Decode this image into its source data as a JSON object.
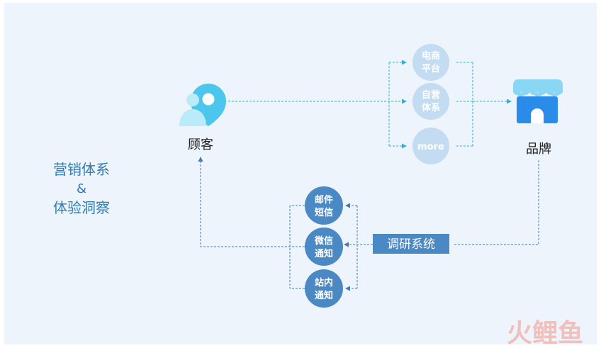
{
  "side_title": {
    "line1": "营销体系",
    "line2": "&",
    "line3": "体验洞察"
  },
  "customer": {
    "label": "顾客"
  },
  "brand": {
    "label": "品牌"
  },
  "research": {
    "label": "调研系统"
  },
  "channels_top": [
    {
      "line1": "电商",
      "line2": "平台"
    },
    {
      "line1": "自营",
      "line2": "体系"
    },
    {
      "line1": "more",
      "line2": ""
    }
  ],
  "channels_bottom": [
    {
      "line1": "邮件",
      "line2": "短信"
    },
    {
      "line1": "微信",
      "line2": "通知"
    },
    {
      "line1": "站内",
      "line2": "通知"
    }
  ],
  "watermark": "火鲤鱼",
  "colors": {
    "light_circle": "#c3dcf2",
    "dark_circle": "#4a89c3",
    "teal_line": "#2ab5d8",
    "blue_line": "#3f7bb8",
    "title_text": "#2e7cb8",
    "brand_blue": "#2a8be8"
  }
}
